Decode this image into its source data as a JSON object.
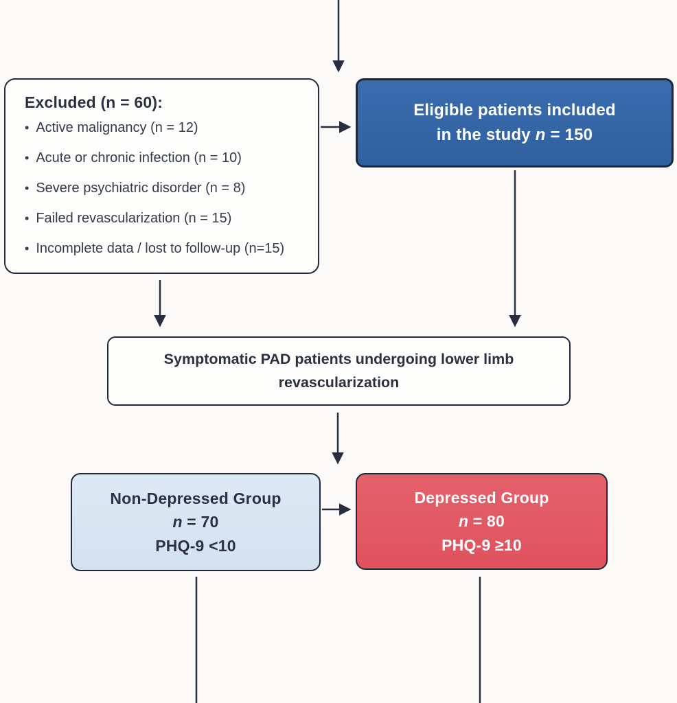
{
  "flowchart": {
    "excluded": {
      "title": "Excluded (n = 60):",
      "bullet": "•",
      "items": [
        "Active malignancy (n = 12)",
        "Acute or chronic infection (n = 10)",
        "Severe psychiatric disorder (n = 8)",
        "Failed revascularization (n = 15)",
        "Incomplete data / lost to follow-up (n=15)"
      ]
    },
    "eligible": {
      "line1": "Eligible patients included",
      "line2_prefix": "in the study ",
      "n_symbol": "n",
      "line2_suffix": " = 150"
    },
    "symptomatic": {
      "line1": "Symptomatic PAD patients undergoing lower limb",
      "line2": "revascularization"
    },
    "non_depressed": {
      "title": "Non-Depressed Group",
      "n_symbol": "n",
      "n_suffix": " = 70",
      "phq": "PHQ-9 <10"
    },
    "depressed": {
      "title": "Depressed Group",
      "n_symbol": "n",
      "n_suffix": " = 80",
      "phq": "PHQ-9 ≥10"
    },
    "colors": {
      "background": "#fbfaf8",
      "line": "#272e40",
      "eligible_fill": "#3465a6",
      "non_depressed_fill": "#d8e6f3",
      "depressed_fill": "#e15863",
      "box_border": "#242b3d",
      "dark_text": "#2b3143",
      "light_text": "#ffffff"
    }
  }
}
